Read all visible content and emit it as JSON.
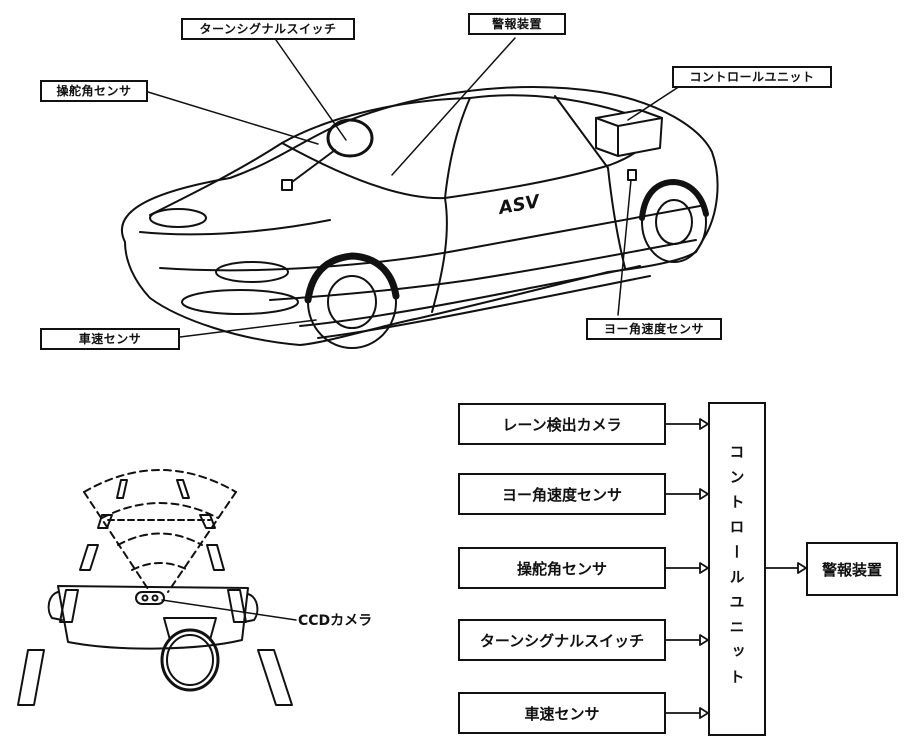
{
  "car_labels": {
    "turn_signal_switch": "ターンシグナルスイッチ",
    "alarm_device": "警報装置",
    "steering_angle_sensor": "操舵角センサ",
    "control_unit": "コントロールユニット",
    "vehicle_speed_sensor": "車速センサ",
    "yaw_rate_sensor": "ヨー角速度センサ",
    "car_logo": "ASV"
  },
  "camera_view": {
    "camera_label": "CCDカメラ"
  },
  "block_diagram": {
    "inputs": [
      "レーン検出カメラ",
      "ヨー角速度センサ",
      "操舵角センサ",
      "ターンシグナルスイッチ",
      "車速センサ"
    ],
    "controller": "コントロールユニット",
    "output": "警報装置"
  }
}
